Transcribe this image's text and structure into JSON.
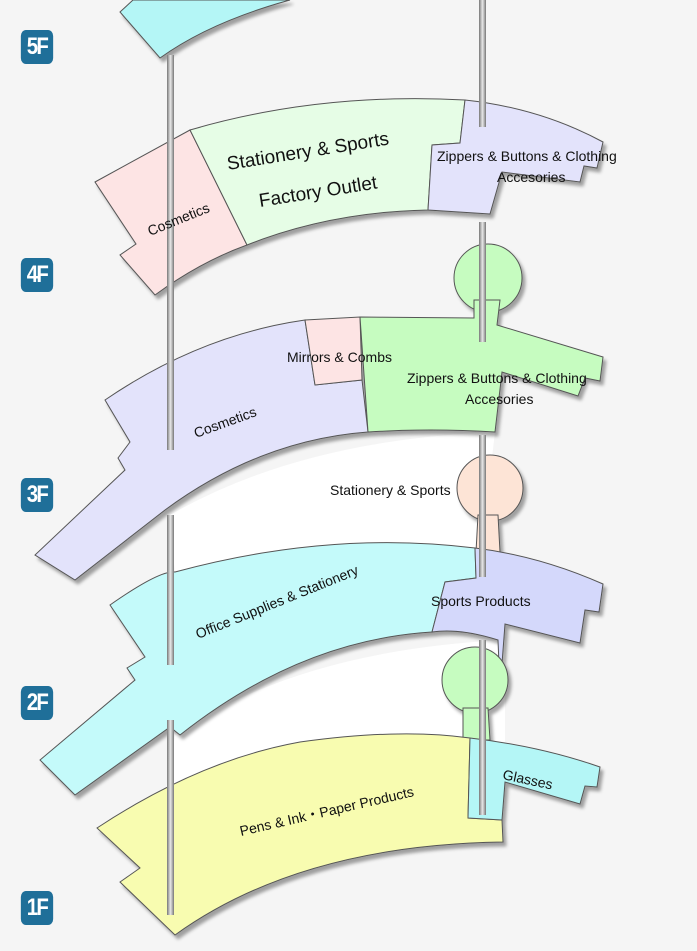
{
  "colors": {
    "badge": "#1f6f99",
    "cyan": "#c4fafa",
    "pink": "#fde4e4",
    "mint": "#e6fde6",
    "lavender": "#e3e3fb",
    "green": "#c6fcc0",
    "peach": "#fde4d6",
    "yellow": "#f8fcb0",
    "sportsBlue": "#d4d8fb"
  },
  "floors": [
    {
      "label": "5F"
    },
    {
      "label": "4F",
      "zones": {
        "cosmetics": "Cosmetics",
        "stationery_line1": "Stationery & Sports",
        "stationery_line2": "Factory Outlet",
        "zippers_line1": "Zippers & Buttons & Clothing",
        "zippers_line2": "Accesories"
      }
    },
    {
      "label": "3F",
      "zones": {
        "mirrors": "Mirrors & Combs",
        "cosmetics": "Cosmetics",
        "zippers_line1": "Zippers & Buttons & Clothing",
        "zippers_line2": "Accesories",
        "stationery": "Stationery & Sports"
      }
    },
    {
      "label": "2F",
      "zones": {
        "office": "Office Supplies & Stationery",
        "sports": "Sports Products"
      }
    },
    {
      "label": "1F",
      "zones": {
        "pens": "Pens & Ink・Paper  Products",
        "glasses": "Glasses"
      }
    }
  ]
}
